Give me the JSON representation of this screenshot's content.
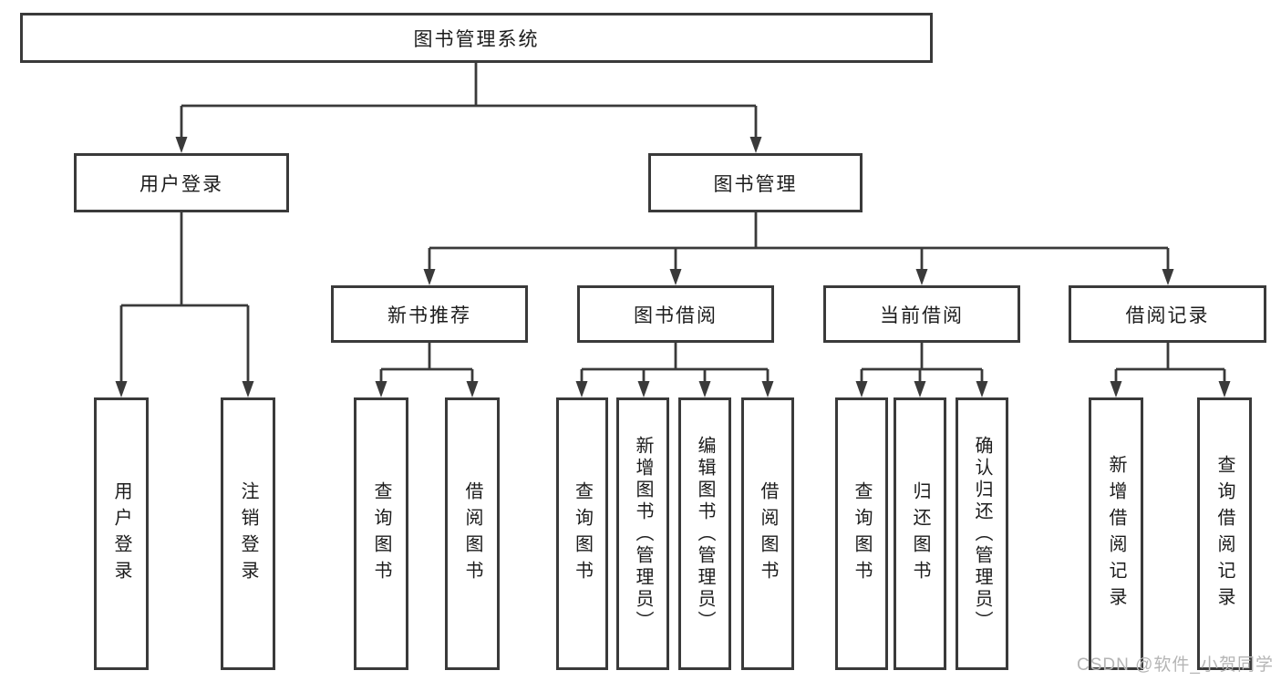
{
  "diagram": {
    "root": "图书管理系统",
    "level2": {
      "user_login": "用户登录",
      "book_mgmt": "图书管理"
    },
    "level3": {
      "new_book": "新书推荐",
      "borrow": "图书借阅",
      "current": "当前借阅",
      "record": "借阅记录"
    },
    "leaves": {
      "user_login": "用户登录",
      "logout": "注销登录",
      "nb_query": "查询图书",
      "nb_borrow": "借阅图书",
      "bb_query": "查询图书",
      "bb_add": "新增图书（管理员）",
      "bb_edit": "编辑图书（管理员）",
      "bb_borrow": "借阅图书",
      "cb_query": "查询图书",
      "cb_return": "归还图书",
      "cb_confirm": "确认归还（管理员）",
      "rec_add": "新增借阅记录",
      "rec_query": "查询借阅记录"
    },
    "hierarchy": {
      "图书管理系统": [
        "用户登录",
        "图书管理"
      ],
      "用户登录": [
        "用户登录",
        "注销登录"
      ],
      "图书管理": [
        "新书推荐",
        "图书借阅",
        "当前借阅",
        "借阅记录"
      ],
      "新书推荐": [
        "查询图书",
        "借阅图书"
      ],
      "图书借阅": [
        "查询图书",
        "新增图书（管理员）",
        "编辑图书（管理员）",
        "借阅图书"
      ],
      "当前借阅": [
        "查询图书",
        "归还图书",
        "确认归还（管理员）"
      ],
      "借阅记录": [
        "新增借阅记录",
        "查询借阅记录"
      ]
    }
  },
  "watermark": "CSDN @软件_小贺同学",
  "colors": {
    "line": "#3a3a3a",
    "box_border": "#3a3a3a",
    "box_fill": "#ffffff",
    "text": "#1c1c1c",
    "watermark": "#b5b5b5"
  }
}
